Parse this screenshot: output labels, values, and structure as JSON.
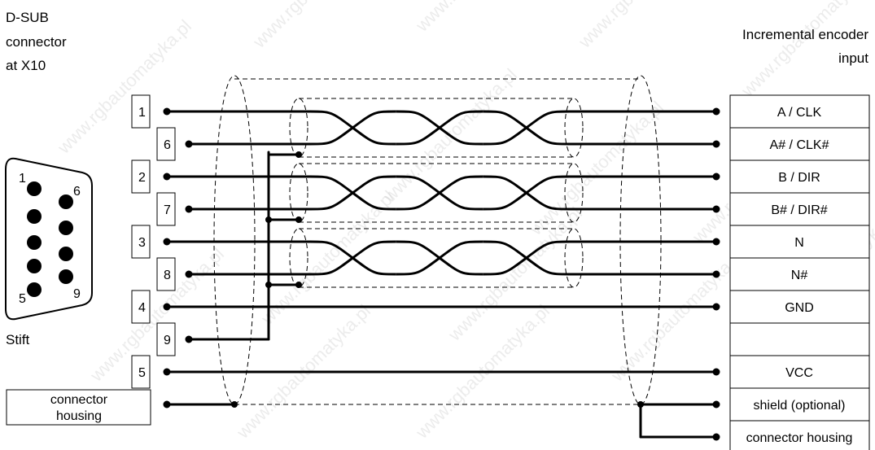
{
  "left_title": [
    "D-SUB",
    "connector",
    "at X10"
  ],
  "right_title": [
    "Incremental encoder",
    "input"
  ],
  "connector_face": {
    "pin_labels": [
      "1",
      "6",
      "5",
      "9"
    ],
    "caption": "Stift"
  },
  "left_pins": [
    "1",
    "6",
    "2",
    "7",
    "3",
    "8",
    "4",
    "9",
    "5"
  ],
  "left_housing": [
    "connector",
    "housing"
  ],
  "right_signals": [
    "A / CLK",
    "A# / CLK#",
    "B / DIR",
    "B# / DIR#",
    "N",
    "N#",
    "GND",
    "",
    "VCC",
    "shield (optional)",
    "connector housing"
  ],
  "watermark": "www.rgbautomatyka.pl"
}
